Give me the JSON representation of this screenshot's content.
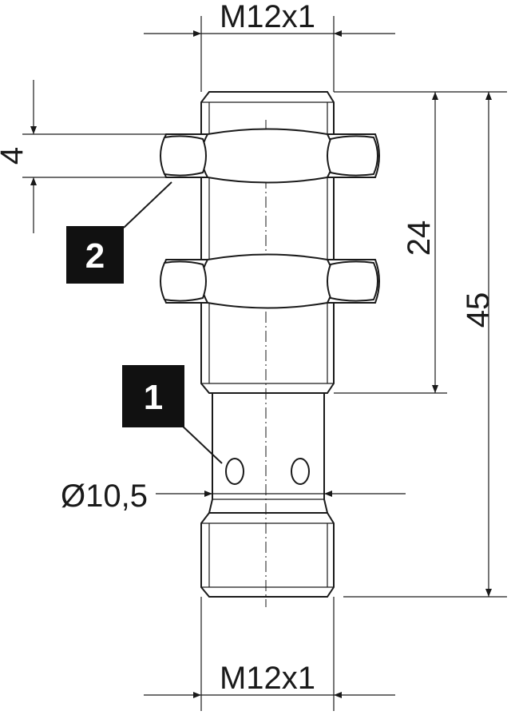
{
  "dimensions": {
    "top_thread": "M12x1",
    "bottom_thread": "M12x1",
    "nut_thickness": "4",
    "thread_length": "24",
    "total_length": "45",
    "body_diameter": "Ø10,5"
  },
  "callouts": {
    "led_marker": "1",
    "nut_marker": "2"
  }
}
